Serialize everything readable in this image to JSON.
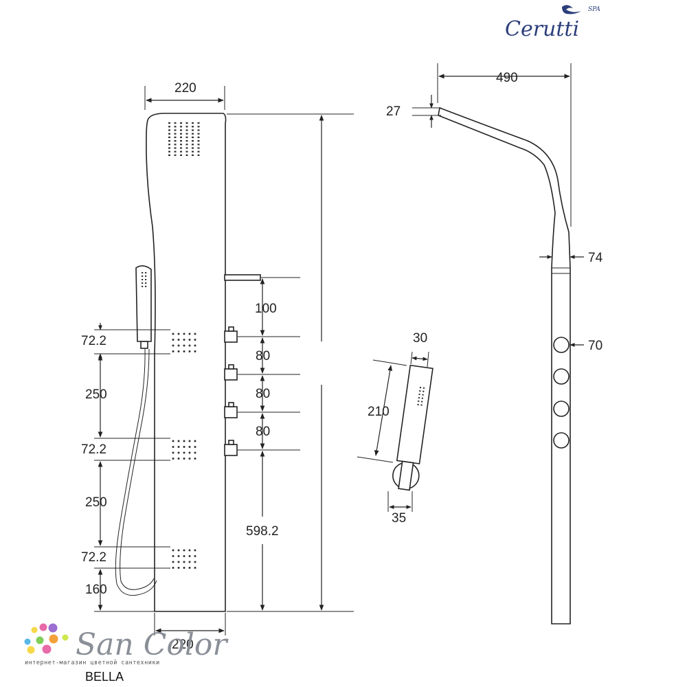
{
  "brand": {
    "logo_text": "Cerutti",
    "logo_superscript": "SPA",
    "shop_logo_text": "San Color",
    "shop_tagline": "интернет-магазин цветной сантехники",
    "dot_colors": [
      "#f6d94a",
      "#e86aa8",
      "#9b6fd0",
      "#57b7e6",
      "#7fcf5a",
      "#f2a13a",
      "#cfe84d"
    ]
  },
  "product": {
    "model": "BELLA"
  },
  "dimensions": {
    "panel_width_top": "220",
    "panel_width_bottom": "220",
    "spout_reach": "490",
    "spout_thickness": "27",
    "panel_depth": "74",
    "knob_diameter": "70",
    "handshower_width": "30",
    "handshower_length": "210",
    "holder_width": "35",
    "valve_top_offset": "100",
    "valve_spacing_1": "80",
    "valve_spacing_2": "80",
    "valve_spacing_3": "80",
    "valve_to_bottom": "598.2",
    "jet_height_1": "72.2",
    "jet_spacing_1": "250",
    "jet_height_2": "72.2",
    "jet_spacing_2": "250",
    "jet_height_3": "72.2",
    "jet_bottom_offset": "160"
  }
}
